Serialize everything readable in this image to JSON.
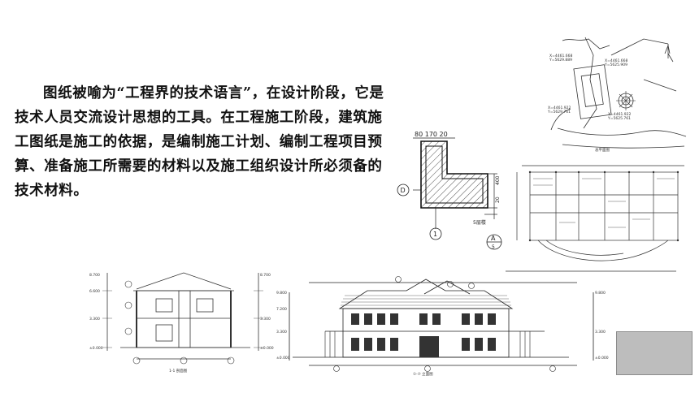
{
  "slide": {
    "paragraph": "图纸被喻为“工程界的技术语言”，在设计阶段，它是技术人员交流设计思想的工具。在工程施工阶段，建筑施工图纸是施工的依据，是编制施工计划、编制工程项目预算、准备施工所需要的材料以及施工组织设计所必须备的技术材料。"
  },
  "detail_drawing": {
    "dim_label": "80 170 20",
    "axis_left": "D",
    "axis_bottom": "1",
    "index_symbol": "A",
    "index_sub": "5"
  }
}
